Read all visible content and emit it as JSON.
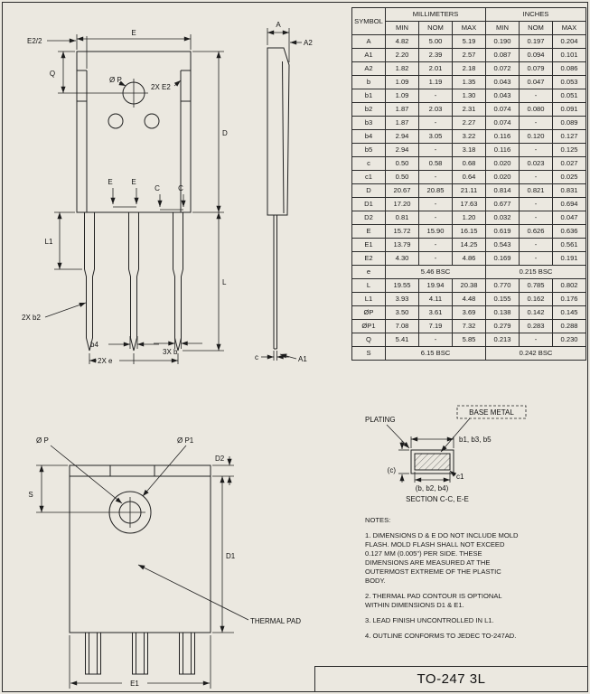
{
  "title_block": {
    "title": "TO-247 3L"
  },
  "table": {
    "headers": {
      "symbol": "SYMBOL",
      "millimeters": "MILLIMETERS",
      "inches": "INCHES",
      "min": "MIN",
      "nom": "NOM",
      "max": "MAX"
    },
    "rows": [
      {
        "sym": "A",
        "mm": [
          "4.82",
          "5.00",
          "5.19"
        ],
        "in": [
          "0.190",
          "0.197",
          "0.204"
        ]
      },
      {
        "sym": "A1",
        "mm": [
          "2.20",
          "2.39",
          "2.57"
        ],
        "in": [
          "0.087",
          "0.094",
          "0.101"
        ]
      },
      {
        "sym": "A2",
        "mm": [
          "1.82",
          "2.01",
          "2.18"
        ],
        "in": [
          "0.072",
          "0.079",
          "0.086"
        ]
      },
      {
        "sym": "b",
        "mm": [
          "1.09",
          "1.19",
          "1.35"
        ],
        "in": [
          "0.043",
          "0.047",
          "0.053"
        ]
      },
      {
        "sym": "b1",
        "mm": [
          "1.09",
          "-",
          "1.30"
        ],
        "in": [
          "0.043",
          "-",
          "0.051"
        ]
      },
      {
        "sym": "b2",
        "mm": [
          "1.87",
          "2.03",
          "2.31"
        ],
        "in": [
          "0.074",
          "0.080",
          "0.091"
        ]
      },
      {
        "sym": "b3",
        "mm": [
          "1.87",
          "-",
          "2.27"
        ],
        "in": [
          "0.074",
          "-",
          "0.089"
        ]
      },
      {
        "sym": "b4",
        "mm": [
          "2.94",
          "3.05",
          "3.22"
        ],
        "in": [
          "0.116",
          "0.120",
          "0.127"
        ]
      },
      {
        "sym": "b5",
        "mm": [
          "2.94",
          "-",
          "3.18"
        ],
        "in": [
          "0.116",
          "-",
          "0.125"
        ]
      },
      {
        "sym": "c",
        "mm": [
          "0.50",
          "0.58",
          "0.68"
        ],
        "in": [
          "0.020",
          "0.023",
          "0.027"
        ]
      },
      {
        "sym": "c1",
        "mm": [
          "0.50",
          "-",
          "0.64"
        ],
        "in": [
          "0.020",
          "-",
          "0.025"
        ]
      },
      {
        "sym": "D",
        "mm": [
          "20.67",
          "20.85",
          "21.11"
        ],
        "in": [
          "0.814",
          "0.821",
          "0.831"
        ]
      },
      {
        "sym": "D1",
        "mm": [
          "17.20",
          "-",
          "17.63"
        ],
        "in": [
          "0.677",
          "-",
          "0.694"
        ]
      },
      {
        "sym": "D2",
        "mm": [
          "0.81",
          "-",
          "1.20"
        ],
        "in": [
          "0.032",
          "-",
          "0.047"
        ]
      },
      {
        "sym": "E",
        "mm": [
          "15.72",
          "15.90",
          "16.15"
        ],
        "in": [
          "0.619",
          "0.626",
          "0.636"
        ]
      },
      {
        "sym": "E1",
        "mm": [
          "13.79",
          "-",
          "14.25"
        ],
        "in": [
          "0.543",
          "-",
          "0.561"
        ]
      },
      {
        "sym": "E2",
        "mm": [
          "4.30",
          "-",
          "4.86"
        ],
        "in": [
          "0.169",
          "-",
          "0.191"
        ]
      },
      {
        "sym": "e",
        "bsc": true,
        "mm": "5.46 BSC",
        "in": "0.215 BSC"
      },
      {
        "sym": "L",
        "mm": [
          "19.55",
          "19.94",
          "20.38"
        ],
        "in": [
          "0.770",
          "0.785",
          "0.802"
        ]
      },
      {
        "sym": "L1",
        "mm": [
          "3.93",
          "4.11",
          "4.48"
        ],
        "in": [
          "0.155",
          "0.162",
          "0.176"
        ]
      },
      {
        "sym": "ØP",
        "mm": [
          "3.50",
          "3.61",
          "3.69"
        ],
        "in": [
          "0.138",
          "0.142",
          "0.145"
        ]
      },
      {
        "sym": "ØP1",
        "mm": [
          "7.08",
          "7.19",
          "7.32"
        ],
        "in": [
          "0.279",
          "0.283",
          "0.288"
        ]
      },
      {
        "sym": "Q",
        "mm": [
          "5.41",
          "-",
          "5.85"
        ],
        "in": [
          "0.213",
          "-",
          "0.230"
        ]
      },
      {
        "sym": "S",
        "bsc": true,
        "mm": "6.15 BSC",
        "in": "0.242 BSC"
      }
    ]
  },
  "labels": {
    "front": {
      "e": "E",
      "e2_half": "E2/2",
      "q": "Q",
      "p": "Ø P",
      "e2": "2X E2",
      "d": "D",
      "sec_e_left": "E",
      "sec_e_right": "E",
      "sec_c_left": "C",
      "sec_c_right": "C",
      "l1": "L1",
      "l": "L",
      "b2": "2X b2",
      "b4": "b4",
      "pitch": "2X e",
      "b": "3X b"
    },
    "side": {
      "a": "A",
      "a2": "A2",
      "a1": "A1",
      "c": "c"
    },
    "back": {
      "p": "Ø P",
      "p1": "Ø P1",
      "d2": "D2",
      "s": "S",
      "d1": "D1",
      "thermal_pad": "THERMAL PAD",
      "e1": "E1"
    },
    "section": {
      "plating": "PLATING",
      "base_metal": "BASE METAL",
      "b135": "b1, b3, b5",
      "c": "(c)",
      "c1": "c1",
      "b_group": "(b, b2, b4)",
      "caption": "SECTION C-C, E-E"
    }
  },
  "notes": {
    "heading": "NOTES:",
    "items": [
      "1. DIMENSIONS D & E DO NOT INCLUDE MOLD FLASH. MOLD FLASH SHALL NOT EXCEED 0.127 MM (0.005\") PER SIDE. THESE DIMENSIONS ARE MEASURED AT THE OUTERMOST EXTREME OF THE PLASTIC BODY.",
      "2. THERMAL PAD CONTOUR IS OPTIONAL WITHIN DIMENSIONS D1 & E1.",
      "3. LEAD FINISH UNCONTROLLED IN L1.",
      "4. OUTLINE CONFORMS TO JEDEC TO-247AD."
    ]
  }
}
